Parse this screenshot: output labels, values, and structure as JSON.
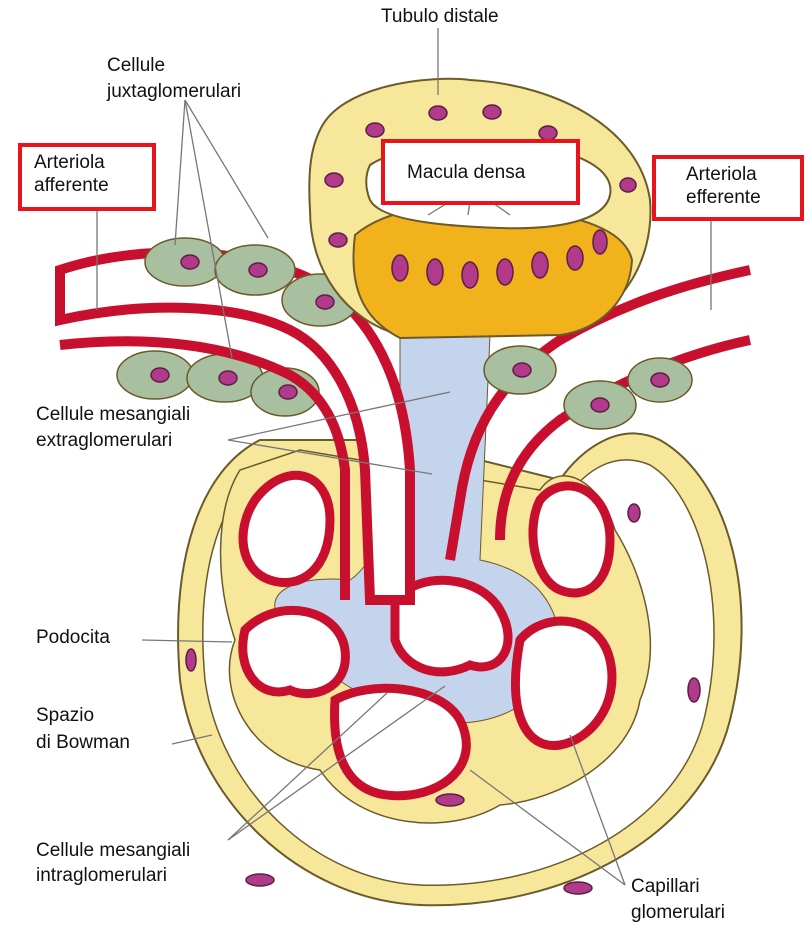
{
  "labels": {
    "tubulo_distale": "Tubulo distale",
    "cellule_juxta_1": "Cellule",
    "cellule_juxta_2": "juxtaglomerulari",
    "arteriola_afferente_1": "Arteriola",
    "arteriola_afferente_2": "afferente",
    "macula_densa": "Macula densa",
    "arteriola_efferente_1": "Arteriola",
    "arteriola_efferente_2": "efferente",
    "mesangiali_extra_1": "Cellule mesangiali",
    "mesangiali_extra_2": "extraglomerulari",
    "podocita": "Podocita",
    "spazio_1": "Spazio",
    "spazio_2": "di Bowman",
    "mesangiali_intra_1": "Cellule mesangiali",
    "mesangiali_intra_2": "intraglomerulari",
    "capillari_1": "Capillari",
    "capillari_2": "glomerulari"
  },
  "colors": {
    "highlight_box": "#e8141b",
    "vessel_wall": "#c8102e",
    "tubule_cell": "#f7e79a",
    "macula_cell": "#f2b21b",
    "nucleus": "#b13a8a",
    "juxta_cell": "#a8c0a0",
    "mesangium": "#c4d4ec",
    "bowman_capsule": "#f7e79a"
  }
}
